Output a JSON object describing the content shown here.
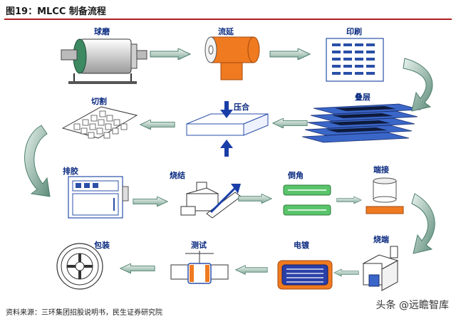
{
  "header": {
    "title": "图19：MLCC 制备流程"
  },
  "steps": {
    "ball_mill": "球磨",
    "casting": "流延",
    "printing": "印刷",
    "stacking": "叠层",
    "pressing": "压合",
    "cutting": "切割",
    "debinding": "排胶",
    "sintering": "烧结",
    "chamfering": "倒角",
    "termination": "端接",
    "term_firing": "烧端",
    "plating": "电镀",
    "testing": "测试",
    "packaging": "包装"
  },
  "footer": {
    "source": "资料来源：三环集团招股说明书，民生证券研究院"
  },
  "watermark": "头条 @远瞻智库",
  "colors": {
    "accent_red": "#b01e23",
    "label_blue": "#0a2a80",
    "arrow_green": "#4c7e6c",
    "orange": "#f07a20"
  }
}
